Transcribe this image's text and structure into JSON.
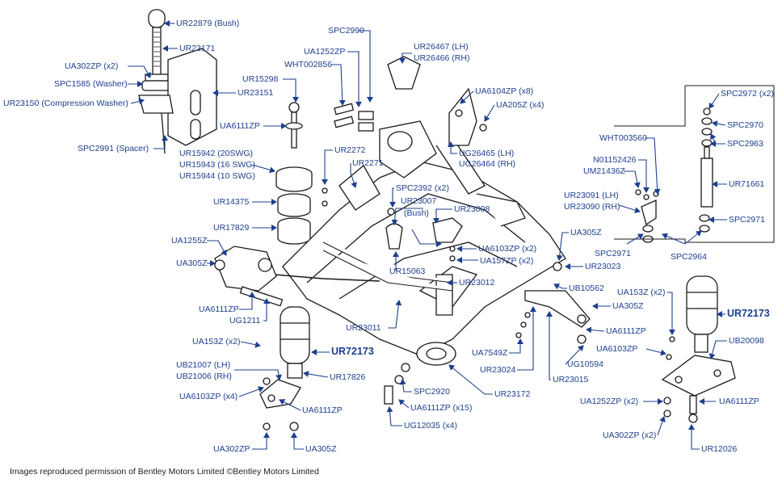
{
  "credit": "Images reproduced permission of Bentley Motors Limited ©Bentley Motors Limited",
  "colors": {
    "label": "#1d3f8f",
    "drawing": "#1a1a1a",
    "background": "#ffffff"
  },
  "labels": {
    "UR22879": "UR22879 (Bush)",
    "UR23171": "UR23171",
    "UA302ZP_top": "UA302ZP (x2)",
    "SPC1585": "SPC1585 (Washer)",
    "UR23150": "UR23150 (Compression Washer)",
    "UR23151": "UR23151",
    "SPC2991": "SPC2991 (Spacer)",
    "UR15298": "UR15298",
    "UA6111ZP_a": "UA6111ZP",
    "UR15942": "UR15942 (20SWG)",
    "UR15943": "UR15943 (16 SWG)",
    "UR15944": "UR15944 (10 SWG)",
    "UR14375": "UR14375",
    "UR17829": "UR17829",
    "UA1255Z": "UA1255Z",
    "UA305Z_left": "UA305Z",
    "UA6111ZP_b": "UA6111ZP",
    "UG1211": "UG1211",
    "UA153Z_left": "UA153Z (x2)",
    "UR72173_left": "UR72173",
    "UB21007": "UB21007 (LH)",
    "UB21006": "UB21006 (RH)",
    "UR17826": "UR17826",
    "UA6103ZP_x4": "UA6103ZP (x4)",
    "UA6111ZP_c": "UA6111ZP",
    "UA302ZP_bl": "UA302ZP",
    "UA305Z_bl": "UA305Z",
    "SPC2990": "SPC2990",
    "UA1252ZP": "UA1252ZP",
    "WHT002856": "WHT002856",
    "UR2272": "UR2272",
    "UR2271": "UR2271",
    "SPC2392": "SPC2392 (x2)",
    "UR23007": "UR23007",
    "UR23007_bush": "(Bush)",
    "UR23008": "UR23008",
    "UR15063": "UR15063",
    "UR23011": "UR23011",
    "UR23012": "UR23012",
    "UR26467": "UR26467 (LH)",
    "UR26466": "UR26466 (RH)",
    "UA6104ZP": "UA6104ZP (x8)",
    "UA205Z": "UA205Z (x4)",
    "UG26465": "UG26465 (LH)",
    "UG26464": "UG26464 (RH)",
    "UA6103ZP_x2": "UA6103ZP (x2)",
    "UA157ZP": "UA157ZP (x2)",
    "UA305Z_mid": "UA305Z",
    "UR23023": "UR23023",
    "UB10562": "UB10562",
    "UA305Z_mid2": "UA305Z",
    "UA6111ZP_d": "UA6111ZP",
    "UA7549Z": "UA7549Z",
    "UG10594": "UG10594",
    "UR23024": "UR23024",
    "UR23015": "UR23015",
    "SPC2920": "SPC2920",
    "UA6111ZP_x15": "UA6111ZP (x15)",
    "UR23172": "UR23172",
    "UG12035": "UG12035 (x4)",
    "WHT003560": "WHT003560",
    "N01152426": "N01152426",
    "UM21436Z": "UM21436Z",
    "UR23091": "UR23091 (LH)",
    "UR23090": "UR23090 (RH)",
    "SPC2971_a": "SPC2971",
    "SPC2964": "SPC2964",
    "SPC2972": "SPC2972 (x2)",
    "SPC2970": "SPC2970",
    "SPC2963": "SPC2963",
    "UR71661": "UR71661",
    "SPC2971_b": "SPC2971",
    "UA153Z_right": "UA153Z (x2)",
    "UR72173_right": "UR72173",
    "UA6103ZP_r": "UA6103ZP",
    "UB20098": "UB20098",
    "UA1252ZP_x2": "UA1252ZP (x2)",
    "UA6111ZP_e": "UA6111ZP",
    "UA302ZP_x2_r": "UA302ZP (x2)",
    "UR12026": "UR12026"
  }
}
